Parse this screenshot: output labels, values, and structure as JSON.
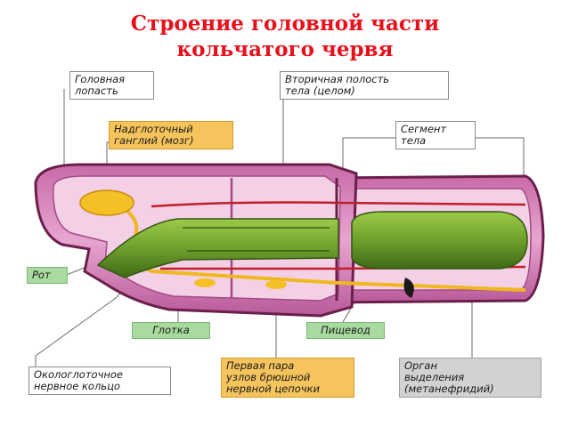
{
  "title": {
    "line1": "Строение головной части",
    "line2": "кольчатого червя"
  },
  "labels": {
    "head_lobe": [
      "Головная",
      "лопасть"
    ],
    "coelom": [
      "Вторичная полость",
      "тела (целом)"
    ],
    "ganglion": [
      "Надглоточный",
      "ганглий (мозг)"
    ],
    "segment": [
      "Сегмент",
      "тела"
    ],
    "mouth": [
      "Рот"
    ],
    "pharynx": [
      "Глотка"
    ],
    "esophagus": [
      "Пищевод"
    ],
    "nerve_ring": [
      "Окологлоточное",
      "нервное кольцо"
    ],
    "ventral_nodes": [
      "Первая пара",
      "узлов брюшной",
      "нервной цепочки"
    ],
    "excretory_organ": [
      "Орган",
      "выделения",
      "(метанефридий)"
    ]
  },
  "colors": {
    "title": "#e8101a",
    "body_outline": "#6a1f4a",
    "body_fill": "#d57fb8",
    "inner_fill": "#f4d0e6",
    "gut": "#6ea02e",
    "nerve": "#f0b820",
    "vessel": "#c0202a"
  }
}
